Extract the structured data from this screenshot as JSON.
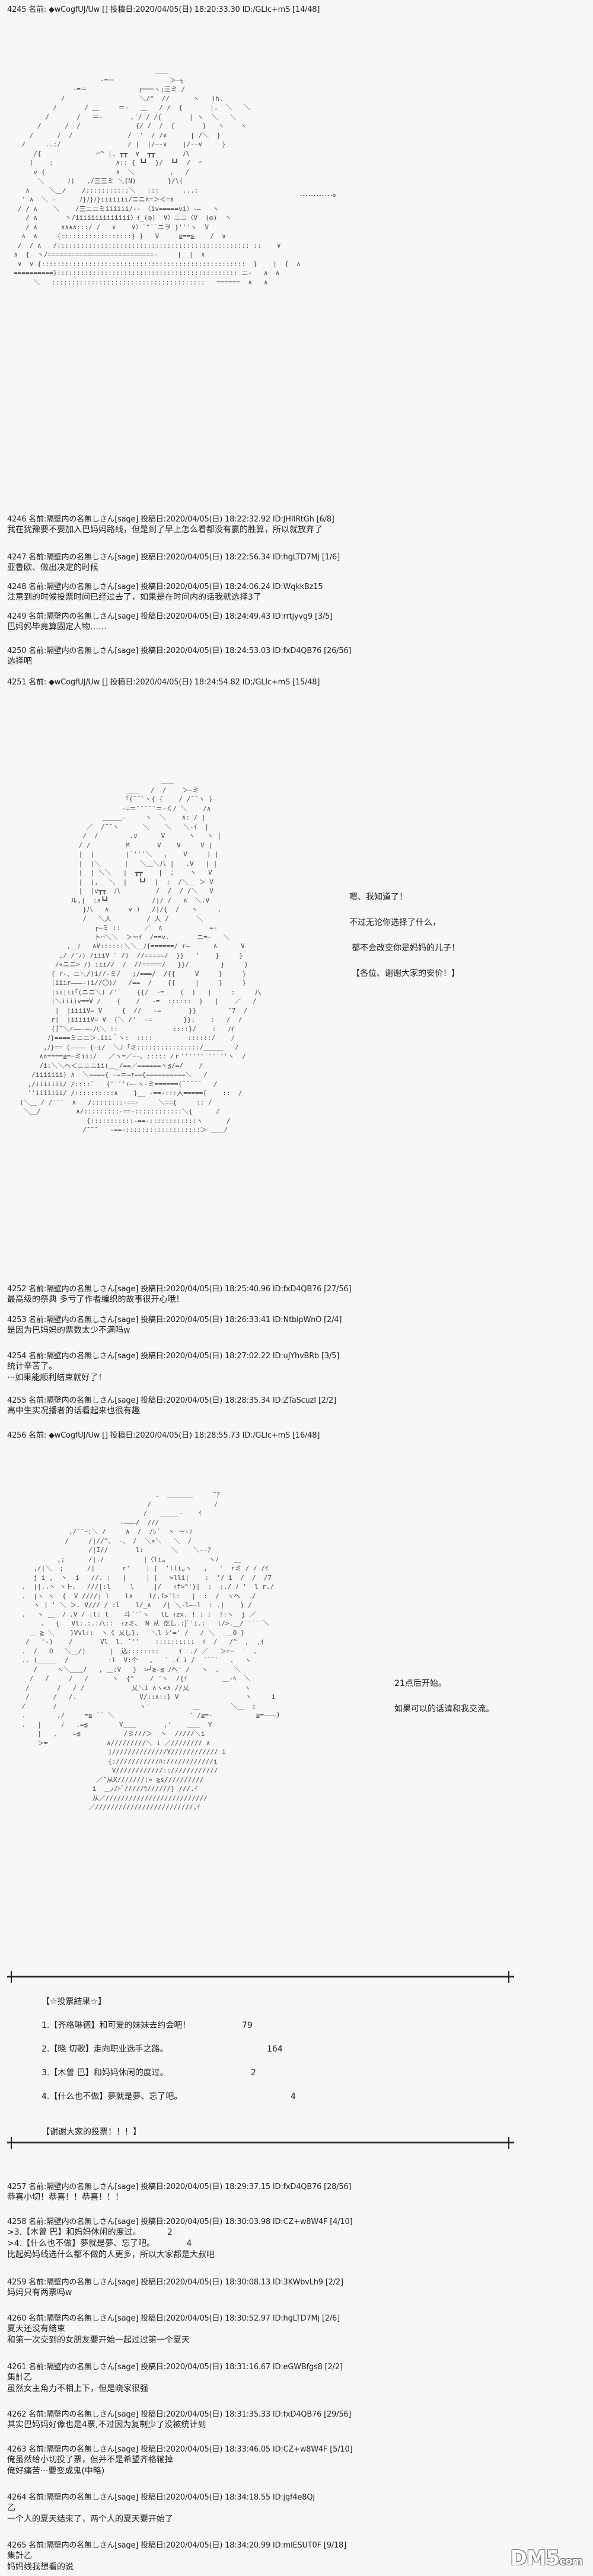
{
  "posts": [
    {
      "no": "4245",
      "name": "◆wCogfUJ/Uw",
      "trip": "[]",
      "date": "2020/04/05(日)",
      "time": "18:20:33.30",
      "id": "ID:/GLIc+mS",
      "count": "[14/48]",
      "lines": []
    },
    {
      "no": "4246",
      "name": "隔壁内の名無しさん[sage]",
      "date": "2020/04/05(日)",
      "time": "18:22:32.92",
      "id": "ID:JHIIRtGh",
      "count": "[6/8]",
      "lines": [
        "我在犹豫要不要加入巴妈妈路线，但是到了早上怎么看都没有赢的胜算，所以就放弃了"
      ]
    },
    {
      "no": "4247",
      "name": "隔壁内の名無しさん[sage]",
      "date": "2020/04/05(日)",
      "time": "18:22:56.34",
      "id": "ID:hgLTD7Mj",
      "count": "[1/6]",
      "lines": [
        "亚鲁欧、做出决定的时候"
      ]
    },
    {
      "no": "4248",
      "name": "隔壁内の名無しさん[sage]",
      "date": "2020/04/05(日)",
      "time": "18:24:06.24",
      "id": "ID:WqkkBz15",
      "count": "",
      "lines": [
        "注意到的时候投票时间已经过去了，如果是在时间内的话我就选择3了"
      ]
    },
    {
      "no": "4249",
      "name": "隔壁内の名無しさん[sage]",
      "date": "2020/04/05(日)",
      "time": "18:24:49.43",
      "id": "ID:rrtjyvg9",
      "count": "[3/5]",
      "lines": [
        "巴妈妈毕竟算固定人物……"
      ]
    },
    {
      "no": "4250",
      "name": "隔壁内の名無しさん[sage]",
      "date": "2020/04/05(日)",
      "time": "18:24:53.03",
      "id": "ID:fxD4QB76",
      "count": "[26/56]",
      "lines": [
        "选择吧"
      ]
    },
    {
      "no": "4251",
      "name": "◆wCogfUJ/Uw",
      "trip": "[]",
      "date": "2020/04/05(日)",
      "time": "18:24:54.82",
      "id": "ID:/GLIc+mS",
      "count": "[15/48]",
      "lines": []
    },
    {
      "no": "4252",
      "name": "隔壁内の名無しさん[sage]",
      "date": "2020/04/05(日)",
      "time": "18:25:40.96",
      "id": "ID:fxD4QB76",
      "count": "[27/56]",
      "lines": [
        "最高级的祭典 多亏了作者编织的故事很开心哦！"
      ]
    },
    {
      "no": "4253",
      "name": "隔壁内の名無しさん[sage]",
      "date": "2020/04/05(日)",
      "time": "18:26:33.41",
      "id": "ID:NtbipWnO",
      "count": "[2/4]",
      "lines": [
        "是因为巴妈妈的票数太少不满吗w"
      ]
    },
    {
      "no": "4254",
      "name": "隔壁内の名無しさん[sage]",
      "date": "2020/04/05(日)",
      "time": "18:27:02.22",
      "id": "ID:uJYhvBRb",
      "count": "[3/5]",
      "lines": [
        "统计辛苦了。",
        "···如果能顺利结束就好了！"
      ]
    },
    {
      "no": "4255",
      "name": "隔壁内の名無しさん[sage]",
      "date": "2020/04/05(日)",
      "time": "18:28:35.34",
      "id": "ID:ZTaScuzI",
      "count": "[2/2]",
      "lines": [
        "高中生实况播者的话看起来也很有趣"
      ]
    },
    {
      "no": "4256",
      "name": "◆wCogfUJ/Uw",
      "trip": "[]",
      "date": "2020/04/05(日)",
      "time": "18:28:55.73",
      "id": "ID:/GLIc+mS",
      "count": "[16/48]",
      "lines": []
    },
    {
      "no": "4257",
      "name": "隔壁内の名無しさん[sage]",
      "date": "2020/04/05(日)",
      "time": "18:29:37.15",
      "id": "ID:fxD4QB76",
      "count": "[28/56]",
      "lines": [
        "恭喜小切！恭喜！！恭喜！！！"
      ]
    },
    {
      "no": "4258",
      "name": "隔壁内の名無しさん[sage]",
      "date": "2020/04/05(日)",
      "time": "18:30:03.98",
      "id": "ID:CZ+w8W4F",
      "count": "[4/10]",
      "lines": [
        ">3.【木曽 巴】和妈妈休闲的度过。          2",
        ">4.【什么也不做】夢就是夢、忘了吧。            4",
        "比起妈妈线选什么都不做的人更多，所以大家都是大叔吧"
      ]
    },
    {
      "no": "4259",
      "name": "隔壁内の名無しさん[sage]",
      "date": "2020/04/05(日)",
      "time": "18:30:08.13",
      "id": "ID:3KWbvLh9",
      "count": "[2/2]",
      "lines": [
        "妈妈只有两票吗w"
      ]
    },
    {
      "no": "4260",
      "name": "隔壁内の名無しさん[sage]",
      "date": "2020/04/05(日)",
      "time": "18:30:52.97",
      "id": "ID:hgLTD7Mj",
      "count": "[2/6]",
      "lines": [
        "夏天还没有结束",
        "和第一次交到的女朋友要开始一起过过第一个夏天"
      ]
    },
    {
      "no": "4261",
      "name": "隔壁内の名無しさん[sage]",
      "date": "2020/04/05(日)",
      "time": "18:31:16.67",
      "id": "ID:eGWBfgs8",
      "count": "[2/2]",
      "lines": [
        "集計乙",
        "虽然女主角力不相上下，但是晓家很强"
      ]
    },
    {
      "no": "4262",
      "name": "隔壁内の名無しさん[sage]",
      "date": "2020/04/05(日)",
      "time": "18:31:35.33",
      "id": "ID:fxD4QB76",
      "count": "[29/56]",
      "lines": [
        "其实巴妈妈好像也是4票,不过因为复制少了没被统计到"
      ]
    },
    {
      "no": "4263",
      "name": "隔壁内の名無しさん[sage]",
      "date": "2020/04/05(日)",
      "time": "18:33:46.05",
      "id": "ID:CZ+w8W4F",
      "count": "[5/10]",
      "lines": [
        "俺虽然给小切投了票，但并不是希望齐格输掉",
        "俺好痛苦···要变成鬼(中略)"
      ]
    },
    {
      "no": "4264",
      "name": "隔壁内の名無しさん[sage]",
      "date": "2020/04/05(日)",
      "time": "18:34:18.55",
      "id": "ID:jgf4e8Qj",
      "count": "",
      "lines": [
        "乙",
        "一个人的夏天结束了，两个人的夏天要开始了"
      ]
    },
    {
      "no": "4265",
      "name": "隔壁内の名無しさん[sage]",
      "date": "2020/04/05(日)",
      "time": "18:34:20.99",
      "id": "ID:mlESUT0F",
      "count": "[9/18]",
      "lines": [
        "集計乙",
        "妈妈线我想看的说"
      ]
    }
  ],
  "labels": {
    "name_prefix": "名前:",
    "date_prefix": "投稿日:"
  },
  "art1": {
    "caption": "…………。"
  },
  "art2": {
    "speech": [
      "嗯、我知道了！",
      "不过无论你选择了什么，",
      "都不会改变你是妈妈的儿子！",
      "【各位、谢谢大家的安价！】"
    ]
  },
  "art3": {
    "speech": [
      "21点后开始。",
      "如果可以的话请和我交流。"
    ]
  },
  "vote": {
    "title": "【☆投票結果☆】",
    "options": [
      {
        "label": "1.【齐格琳德】和可爱的妹妹去约会吧！",
        "count": "79"
      },
      {
        "label": "2.【晓 切歌】走向职业选手之路。",
        "count": "164"
      },
      {
        "label": "3.【木曽 巴】和妈妈休闲的度过。",
        "count": "2"
      },
      {
        "label": "4.【什么也不做】夢就是夢、忘了吧。",
        "count": "4"
      }
    ],
    "thanks": "【谢谢大家的投票！！！】"
  },
  "chart_data": {
    "type": "table",
    "title": "【☆投票結果☆】",
    "categories": [
      "【齐格琳德】和可爱的妹妹去约会吧！",
      "【晓 切歌】走向职业选手之路。",
      "【木曽 巴】和妈妈休闲的度过。",
      "【什么也不做】夢就是夢、忘了吧。"
    ],
    "values": [
      79,
      164,
      2,
      4
    ]
  },
  "watermark": {
    "text": "DM5",
    "suffix": "com"
  }
}
